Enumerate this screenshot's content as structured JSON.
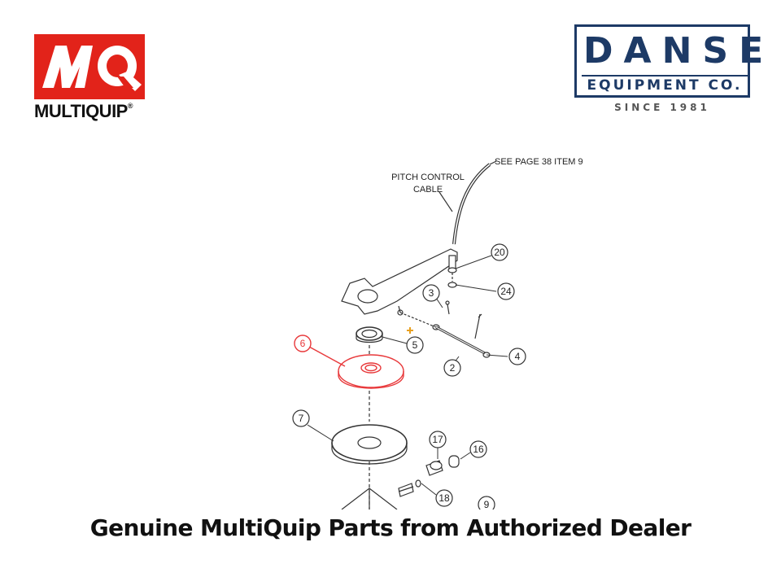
{
  "logos": {
    "multiquip": {
      "mark_letters": "MQ",
      "wordmark": "MULTIQUIP",
      "registered": "®",
      "brand_color": "#e2231a"
    },
    "danse": {
      "name": "DANSE",
      "subtitle": "EQUIPMENT CO.",
      "since": "SINCE 1981",
      "brand_color": "#1d3a66"
    }
  },
  "diagram": {
    "labels": {
      "see_page": "SEE PAGE 38 ITEM 9",
      "pitch_control_line1": "PITCH CONTROL",
      "pitch_control_line2": "CABLE"
    },
    "callouts": {
      "c20": "20",
      "c24": "24",
      "c3": "3",
      "c5": "5",
      "c6": "6",
      "c2": "2",
      "c4": "4",
      "c7": "7",
      "c17": "17",
      "c16": "16",
      "c18": "18",
      "c9": "9"
    },
    "highlight_color": "#e8383a",
    "marker_color": "#e8a020"
  },
  "caption": "Genuine MultiQuip Parts from Authorized Dealer"
}
